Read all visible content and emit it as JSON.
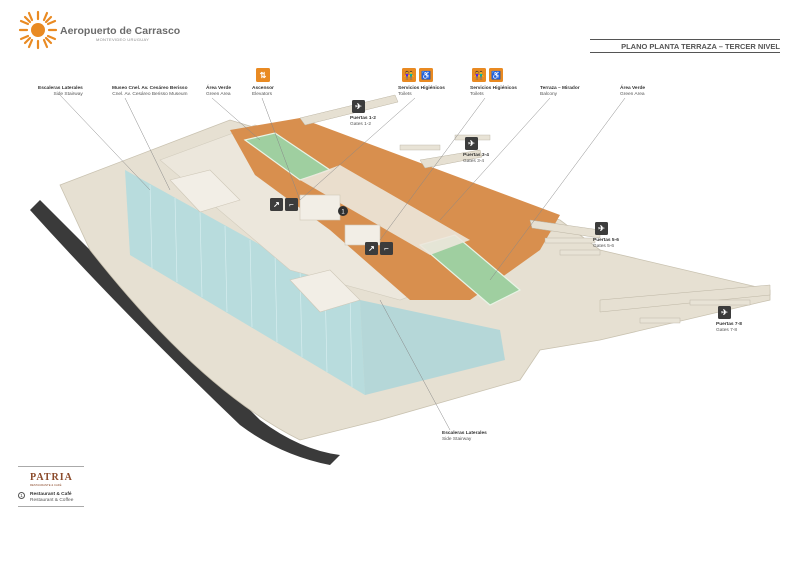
{
  "header": {
    "brand_name": "Aeropuerto de Carrasco",
    "brand_sub": "MONTEVIDEO URUGUAY",
    "plan_title": "PLANO PLANTA TERRAZA – TERCER NIVEL"
  },
  "labels": {
    "side_stairway_left": {
      "es": "Escaleras Laterales",
      "en": "Side Stairway"
    },
    "museum": {
      "es": "Museo Cnel. Av. Cesáreo Berisso",
      "en": "Cnel. Av. Cesáreo Berisso Museum"
    },
    "green_area_left": {
      "es": "Área Verde",
      "en": "Green Area"
    },
    "elevator": {
      "es": "Ascensor",
      "en": "Elevators"
    },
    "toilets_1": {
      "es": "Servicios Higiénicos",
      "en": "Toilets"
    },
    "toilets_2": {
      "es": "Servicios Higiénicos",
      "en": "Toilets"
    },
    "terrace": {
      "es": "Terraza – Mirador",
      "en": "Balcony"
    },
    "green_area_right": {
      "es": "Área Verde",
      "en": "Green Area"
    },
    "gates_1_2": {
      "es": "Puertas 1-2",
      "en": "Gates 1-2"
    },
    "gates_3_4": {
      "es": "Puertas 3-4",
      "en": "Gates 3-4"
    },
    "gates_5_6": {
      "es": "Puertas 5-6",
      "en": "Gates 5-6"
    },
    "gates_7_8": {
      "es": "Puertas 7-8",
      "en": "Gates 7-8"
    },
    "side_stairway_bottom": {
      "es": "Escaleras Laterales",
      "en": "Side Stairway"
    }
  },
  "map_markers": {
    "restaurant_number": "1"
  },
  "footer": {
    "restaurant_brand": "PATRIA",
    "restaurant_brand_sub": "RESTAURANTE & CAFÉ",
    "legend_number": "1",
    "legend_es": "Restaurant & Café",
    "legend_en": "Restaurant & Coffee"
  },
  "colors": {
    "accent_orange": "#e98a22",
    "terrace_floor": "#d88f4e",
    "glass": "#8fd0d8",
    "building": "#e8e3d6",
    "icon_dark": "#3c3c3c"
  },
  "icons": [
    "sun-logo-icon",
    "elevator-icon",
    "toilets-icon",
    "accessible-toilet-icon",
    "departures-plane-icon",
    "escalator-icon",
    "stairs-icon"
  ]
}
